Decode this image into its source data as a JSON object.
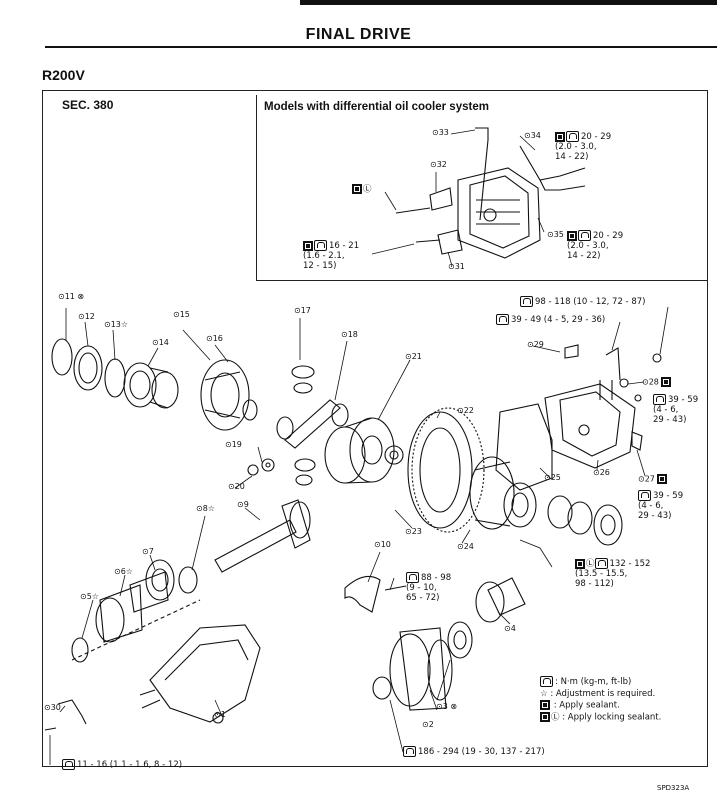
{
  "header": {
    "title": "FINAL DRIVE",
    "model": "R200V"
  },
  "section": "SEC. 380",
  "inset": {
    "title": "Models with differential oil cooler system",
    "callouts": [
      {
        "num": "33"
      },
      {
        "num": "34"
      },
      {
        "num": "32"
      },
      {
        "num": "35"
      },
      {
        "num": "31"
      }
    ],
    "torque": [
      {
        "text": "20 - 29\n(2.0 - 3.0,\n14 - 22)"
      },
      {
        "text": "20 - 29\n(2.0 - 3.0,\n14 - 22)"
      },
      {
        "text": "16 - 21\n(1.6 - 2.1,\n12 - 15)"
      }
    ]
  },
  "parts": [
    {
      "num": "1"
    },
    {
      "num": "2"
    },
    {
      "num": "3"
    },
    {
      "num": "4"
    },
    {
      "num": "5"
    },
    {
      "num": "6"
    },
    {
      "num": "7"
    },
    {
      "num": "8"
    },
    {
      "num": "9"
    },
    {
      "num": "10"
    },
    {
      "num": "11"
    },
    {
      "num": "12"
    },
    {
      "num": "13"
    },
    {
      "num": "14"
    },
    {
      "num": "15"
    },
    {
      "num": "16"
    },
    {
      "num": "17"
    },
    {
      "num": "18"
    },
    {
      "num": "19"
    },
    {
      "num": "20"
    },
    {
      "num": "21"
    },
    {
      "num": "22"
    },
    {
      "num": "23"
    },
    {
      "num": "24"
    },
    {
      "num": "25"
    },
    {
      "num": "26"
    },
    {
      "num": "27"
    },
    {
      "num": "28"
    },
    {
      "num": "29"
    },
    {
      "num": "30"
    }
  ],
  "specs": {
    "t1": "98 - 118 (10 - 12, 72 - 87)",
    "t2": "39 - 49 (4 - 5, 29 - 36)",
    "t3": "39 - 59\n(4 - 6,\n29 - 43)",
    "t4": "39 - 59\n(4 - 6,\n29 - 43)",
    "t5": "132 - 152\n(13.5 - 15.5,\n98 - 112)",
    "t6": "88 - 98\n(9 - 10,\n65 - 72)",
    "t7": "186 - 294 (19 - 30, 137 - 217)",
    "t8": "11 - 16 (1.1 - 1.6, 8 - 12)"
  },
  "legend": {
    "torque": ": N·m (kg-m, ft-lb)",
    "adjust": ": Adjustment is required.",
    "sealant": ": Apply sealant.",
    "locking": ": Apply locking sealant."
  },
  "figure_code": "SPD323A"
}
